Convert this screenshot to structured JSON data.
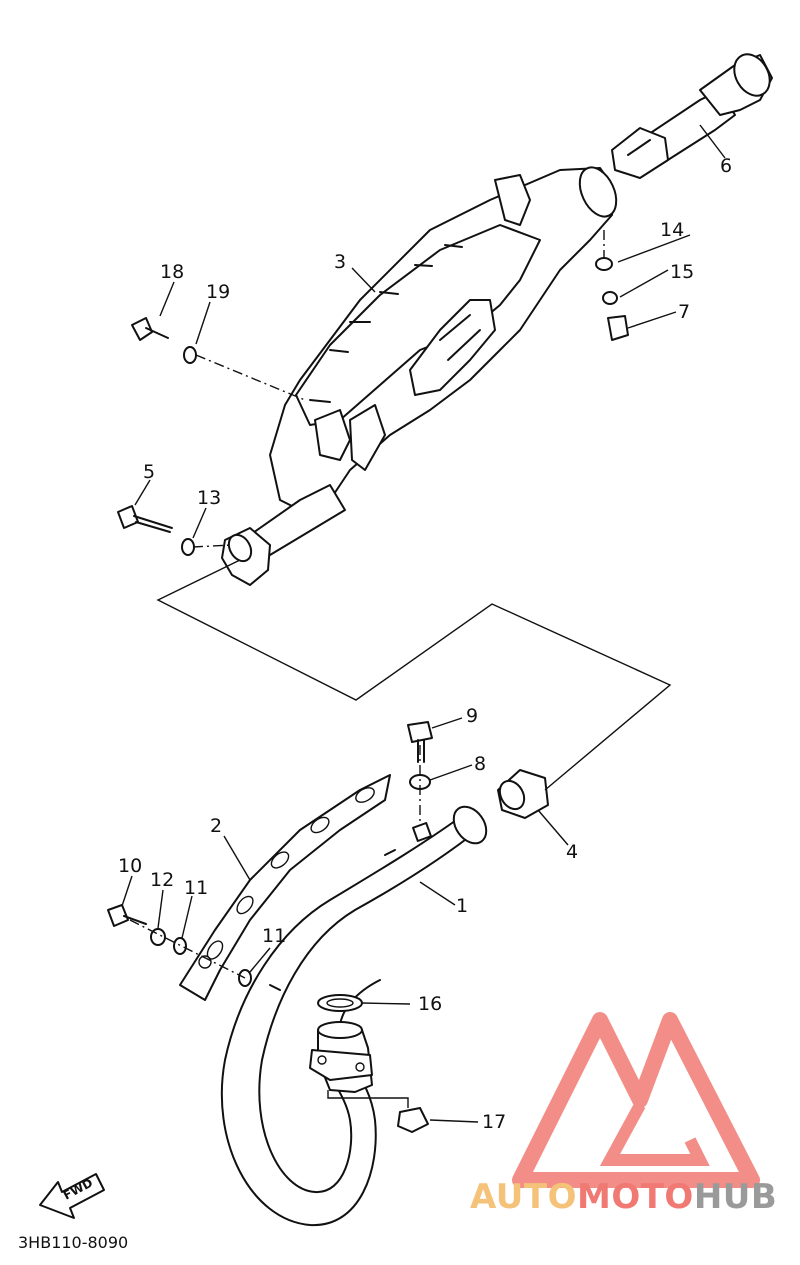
{
  "part_labels": {
    "p1": "1",
    "p2": "2",
    "p3": "3",
    "p4": "4",
    "p5": "5",
    "p6": "6",
    "p7": "7",
    "p8": "8",
    "p9": "9",
    "p10": "10",
    "p11a": "11",
    "p11b": "11",
    "p12": "12",
    "p13": "13",
    "p14": "14",
    "p15": "15",
    "p16": "16",
    "p17": "17",
    "p18": "18",
    "p19": "19"
  },
  "fwd_label": "FWD",
  "diagram_code": "3HB110-8090",
  "watermark": {
    "brand_part1": "AUTO",
    "brand_part2": "MOTO",
    "brand_part3": "HUB",
    "color_orange": "#f5c27a",
    "color_red": "#f07a73",
    "color_dark": "#9a9a9a"
  }
}
